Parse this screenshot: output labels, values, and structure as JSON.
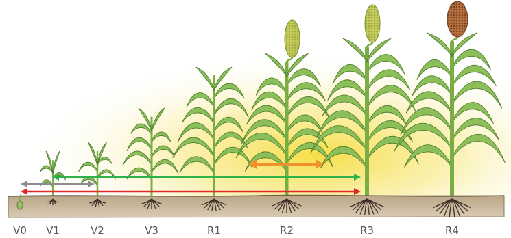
{
  "stages": [
    {
      "label": "V0"
    },
    {
      "label": "V1"
    },
    {
      "label": "V2"
    },
    {
      "label": "V3"
    },
    {
      "label": "R1"
    },
    {
      "label": "R2"
    },
    {
      "label": "R3"
    },
    {
      "label": "R4"
    }
  ],
  "colors": {
    "glow": "#f7e46a",
    "soil": "#c9b79c",
    "soil_edge": "#8a7560",
    "plant": "#8cbf5a",
    "plant_dark": "#4f7f2f",
    "stem": "#7aad44",
    "root": "#3b2f26",
    "head_green": "#c9cf62",
    "head_brown": "#b06b3f",
    "arrow_gray": "#8c8c8c",
    "arrow_green": "#2eb34a",
    "arrow_red": "#e02a2a",
    "arrow_orange": "#f0922b"
  },
  "icons": {
    "plant": "sorghum-plant-icon",
    "root": "root-icon",
    "seed": "seed-icon"
  }
}
